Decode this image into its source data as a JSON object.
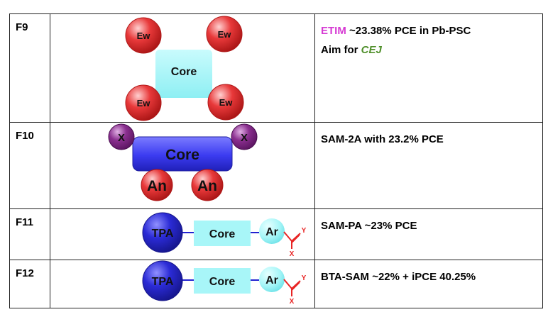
{
  "rows": [
    {
      "id": "F9",
      "figure": {
        "core": "Core",
        "groups": [
          "Ew",
          "Ew",
          "Ew",
          "Ew"
        ]
      },
      "desc": {
        "highlight": "ETIM",
        "text1": " ~23.38% PCE in Pb-PSC",
        "line2_prefix": "Aim for ",
        "line2_highlight": "CEJ"
      }
    },
    {
      "id": "F10",
      "figure": {
        "core": "Core",
        "top_groups": [
          "X",
          "X"
        ],
        "bottom_groups": [
          "An",
          "An"
        ]
      },
      "desc": {
        "text": "SAM-2A with 23.2% PCE"
      }
    },
    {
      "id": "F11",
      "figure": {
        "donor": "TPA",
        "core": "Core",
        "aryl": "Ar",
        "anchor_y": "Y",
        "anchor_x": "X"
      },
      "desc": {
        "text": "SAM-PA ~23% PCE"
      }
    },
    {
      "id": "F12",
      "figure": {
        "donor": "TPA",
        "core": "Core",
        "aryl": "Ar",
        "anchor_y": "Y",
        "anchor_x": "X"
      },
      "desc": {
        "text": "BTA-SAM ~22% + iPCE 40.25%"
      }
    }
  ],
  "colors": {
    "ew_red": "#e8393a",
    "core_cyan": "#a8f6f8",
    "core_blue": "#3b3bf0",
    "x_purple": "#8a2f8f",
    "tpa_blue": "#2b2bd6",
    "ar_cyan": "#a8f6f8",
    "anchor_red": "#e82424",
    "etim_magenta": "#d63bd3",
    "cej_green": "#4f8f2a"
  }
}
